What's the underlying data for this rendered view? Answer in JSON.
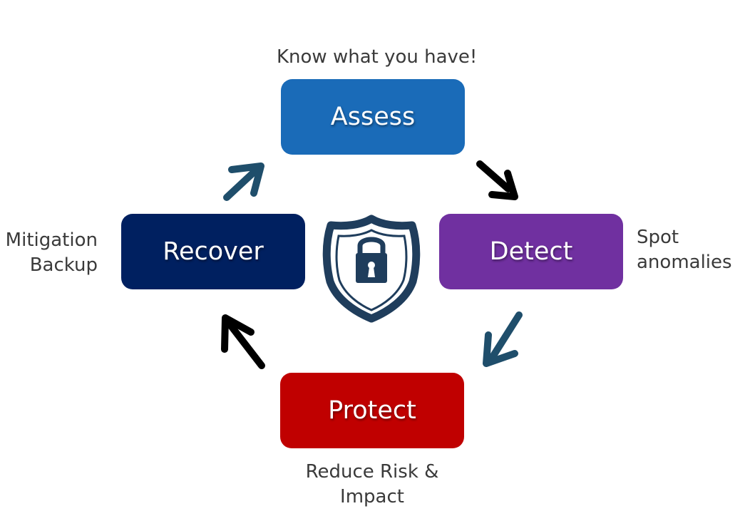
{
  "stages": {
    "assess": {
      "label": "Assess",
      "color": "#1a6bb8",
      "note": "Know what you have!"
    },
    "detect": {
      "label": "Detect",
      "color": "#7030a0",
      "note_lines": [
        "Spot",
        "anomalies"
      ]
    },
    "protect": {
      "label": "Protect",
      "color": "#c00000",
      "note_lines": [
        "Reduce Risk &",
        "Impact"
      ]
    },
    "recover": {
      "label": "Recover",
      "color": "#002060",
      "note_lines": [
        "Mitigation",
        "Backup"
      ]
    }
  },
  "center_icon": {
    "name": "shield-lock-icon",
    "outline_color": "#1f3d5c"
  },
  "arrow_colors": {
    "dark": "#000000",
    "teal": "#1f4e6b"
  }
}
